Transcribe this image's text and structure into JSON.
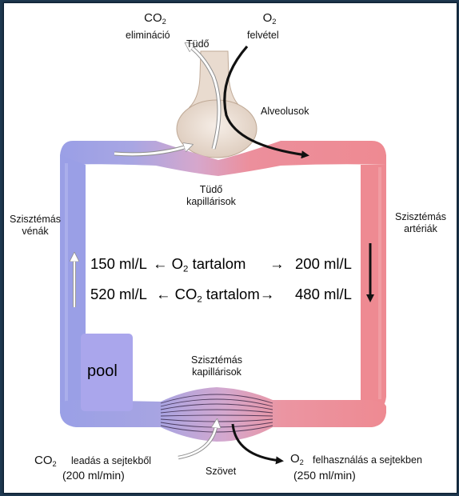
{
  "colors": {
    "venous": "#9a9fe6",
    "arterial": "#ee8a92",
    "alveolus": "#ecdfd4",
    "pool": "#aaa6ec",
    "background": "#1f3a52"
  },
  "top": {
    "co2_formula": "CO",
    "co2_subscript": "2",
    "co2_label": "elimináció",
    "o2_formula": "O",
    "o2_subscript": "2",
    "o2_label": "felvétel",
    "lung_label": "Tüdő",
    "alveoli_label": "Alveolusok"
  },
  "labels": {
    "lung_capillaries_line1": "Tüdő",
    "lung_capillaries_line2": "kapillárisok",
    "veins_line1": "Szisztémás",
    "veins_line2": "vénák",
    "arteries_line1": "Szisztémás",
    "arteries_line2": "artériák",
    "systemic_capillaries_line1": "Szisztémás",
    "systemic_capillaries_line2": "kapillárisok",
    "tissue": "Szövet"
  },
  "content": {
    "o2_venous": "150 ml/L",
    "o2_prefix": "←",
    "o2_name": "O",
    "o2_subscript": "2",
    "o2_suffix": "tartalom",
    "o2_arrow_right": "→",
    "o2_arterial": "200 ml/L",
    "co2_venous": "520 ml/L",
    "co2_prefix": "←",
    "co2_name": "CO",
    "co2_subscript": "2",
    "co2_suffix": "tartalom→",
    "co2_arterial": "480 ml/L"
  },
  "pool": {
    "label": "pool"
  },
  "bottom": {
    "co2_formula": "CO",
    "co2_subscript": "2",
    "co2_release": "leadás a sejtekből",
    "co2_rate": "(200 ml/min)",
    "o2_formula": "O",
    "o2_subscript": "2",
    "o2_usage": "felhasználás a sejtekben",
    "o2_rate": "(250 ml/min)"
  }
}
